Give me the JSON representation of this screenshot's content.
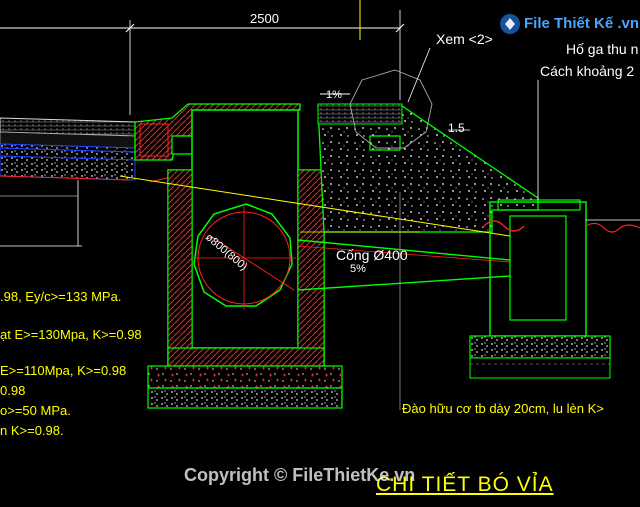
{
  "dimension": "2500",
  "callout_see": "Xem <2>",
  "callout_pit": "Hố ga thu n",
  "callout_spacing": "Cách khoảng 2",
  "slope_top": "1%",
  "slope_side": "1.5",
  "pipe_label": "Cống Ø400",
  "pipe_slope": "5%",
  "chamber_pipe": "ø800(800)",
  "spec_lines": [
    ".98, Ey/c>=133 MPa.",
    "ạt E>=130Mpa, K>=0.98",
    "E>=110Mpa, K>=0.98",
    "0.98",
    "o>=50 MPa.",
    "n K>=0.98."
  ],
  "excavation_note": "Đào hữu cơ tb dày 20cm, lu lèn K>",
  "title": "CHI TIẾT BÓ VỈA",
  "watermark_logo": "File Thiết Kế .vn",
  "copyright": "Copyright © FileThietKe.vn",
  "colors": {
    "background": "#000000",
    "line_green": "#00ff00",
    "line_yellow": "#ffff00",
    "line_white": "#ffffff",
    "line_red": "#ff2020",
    "line_blue": "#2040ff",
    "title_yellow": "#ffff00",
    "watermark_blue": "#1a5fb4"
  }
}
